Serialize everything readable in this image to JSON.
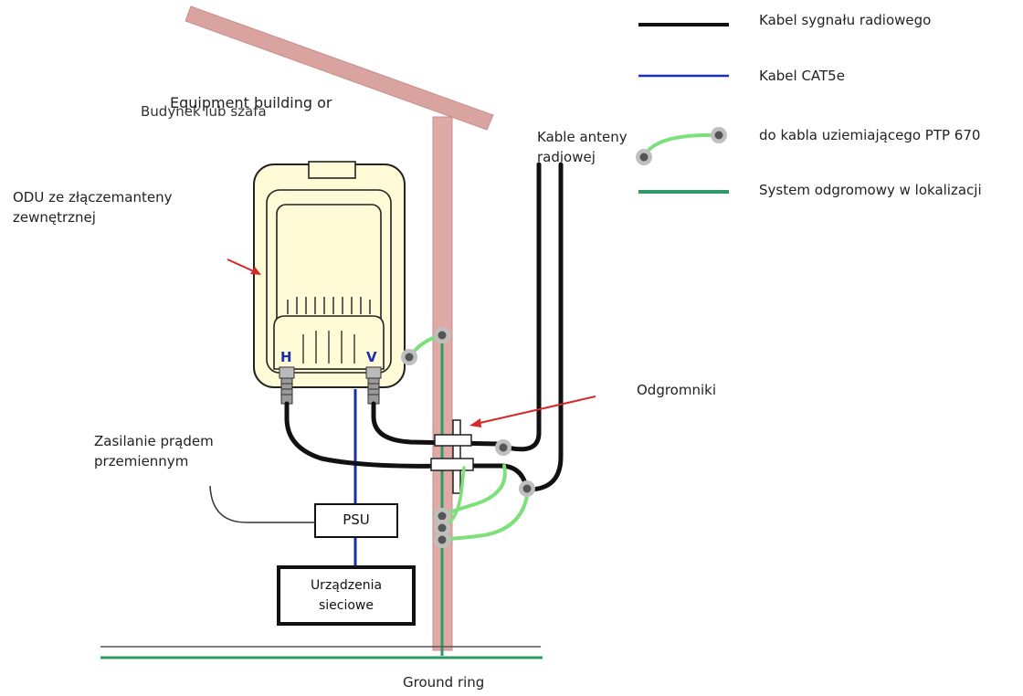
{
  "legend": [
    {
      "label": "Kabel sygnału radiowego",
      "color": "#111111",
      "icon": "black-line"
    },
    {
      "label": "Kabel CAT5e",
      "color": "#1a2fb0",
      "icon": "blue-line"
    },
    {
      "label": "do kabla uziemiającego PTP 670",
      "color": "#7ee07a",
      "icon": "ground-cable"
    },
    {
      "label": "System odgromowy w lokalizacji",
      "color": "#2e9a68",
      "icon": "green-line"
    }
  ],
  "labels": {
    "building_en": "Equipment building or",
    "building_pl": "Budynek lub szafa",
    "odu_line1": "ODU ze złączemanteny",
    "odu_line2": "zewnętrznej",
    "antenna_line1": "Kable anteny",
    "antenna_line2": "radiowej",
    "surge": "Odgromniki",
    "ac_line1": "Zasilanie prądem",
    "ac_line2": "przemiennym",
    "psu": "PSU",
    "network_line1": "Urządzenia",
    "network_line2": "sieciowe",
    "ground_ring": "Ground ring",
    "port_h": "H",
    "port_v": "V"
  },
  "colors": {
    "roof": "#d9a3a0",
    "odu_fill": "#fefbd6",
    "rf_cable": "#111111",
    "cat5e": "#1a2fb0",
    "ground_cable": "#7ee07a",
    "lightning": "#2e9a68",
    "arrow": "#d62828"
  }
}
